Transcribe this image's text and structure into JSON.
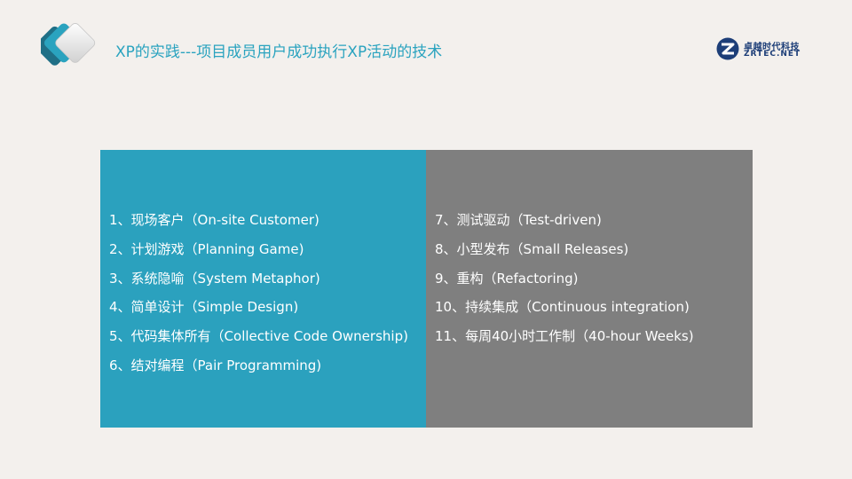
{
  "header": {
    "title": "XP的实践---项目成员用户成功执行XP活动的技术",
    "decoration_icon": "diamond-stack-icon",
    "accent_color": "#2aa3bf"
  },
  "logo": {
    "icon": "z-globe-logo-icon",
    "name_cn": "卓越时代科技",
    "name_en": "ZRTEC.NET",
    "color": "#1d3e78"
  },
  "panels": {
    "left": {
      "color": "#2ba1be",
      "items": [
        "1、现场客户（On-site Customer)",
        "2、计划游戏（Planning Game)",
        "3、系统隐喻（System Metaphor)",
        "4、简单设计（Simple Design)",
        "5、代码集体所有（Collective Code Ownership)",
        "6、结对编程（Pair Programming)"
      ]
    },
    "right": {
      "color": "#7f7f7f",
      "items": [
        "7、测试驱动（Test-driven)",
        "8、小型发布（Small Releases)",
        "9、重构（Refactoring)",
        "10、持续集成（Continuous integration)",
        "11、每周40小时工作制（40-hour Weeks)"
      ]
    }
  }
}
